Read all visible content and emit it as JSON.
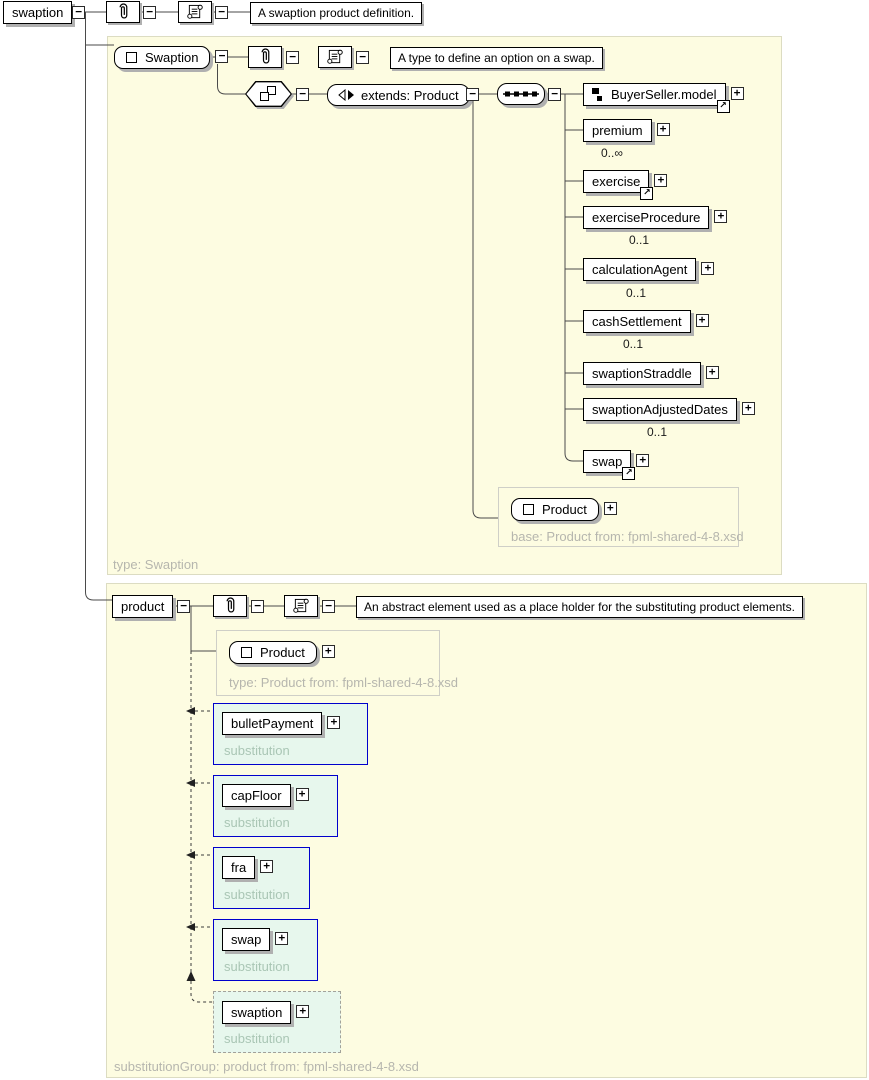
{
  "colors": {
    "panel_yellow": "#fdfce1",
    "substitution_green": "#e7f7ed",
    "substitution_border_blue": "#0000cc",
    "box_shadow_gray": "#b0b0b0",
    "caption_gray": "#b6b6ae"
  },
  "root_element": {
    "name": "swaption",
    "annotation": "A swaption product definition."
  },
  "swaption_type": {
    "name": "Swaption",
    "annotation": "A type to define an option on a swap.",
    "extends_label": "extends: Product",
    "children": [
      {
        "name": "BuyerSeller.model"
      },
      {
        "name": "premium",
        "occurs": "0..∞"
      },
      {
        "name": "exercise"
      },
      {
        "name": "exerciseProcedure",
        "occurs": "0..1"
      },
      {
        "name": "calculationAgent",
        "occurs": "0..1"
      },
      {
        "name": "cashSettlement",
        "occurs": "0..1"
      },
      {
        "name": "swaptionStraddle"
      },
      {
        "name": "swaptionAdjustedDates",
        "occurs": "0..1"
      },
      {
        "name": "swap"
      }
    ],
    "base": {
      "name": "Product",
      "caption": "base: Product from: fpml-shared-4-8.xsd"
    },
    "footer": "type: Swaption"
  },
  "product_element": {
    "name": "product",
    "annotation": "An abstract element used as a place holder for the substituting product elements.",
    "type_ref": {
      "name": "Product",
      "caption": "type: Product from: fpml-shared-4-8.xsd"
    },
    "substitutions": [
      {
        "name": "bulletPayment",
        "caption": "substitution"
      },
      {
        "name": "capFloor",
        "caption": "substitution"
      },
      {
        "name": "fra",
        "caption": "substitution"
      },
      {
        "name": "swap",
        "caption": "substitution"
      },
      {
        "name": "swaption",
        "caption": "substitution"
      }
    ],
    "footer": "substitutionGroup: product from: fpml-shared-4-8.xsd"
  }
}
